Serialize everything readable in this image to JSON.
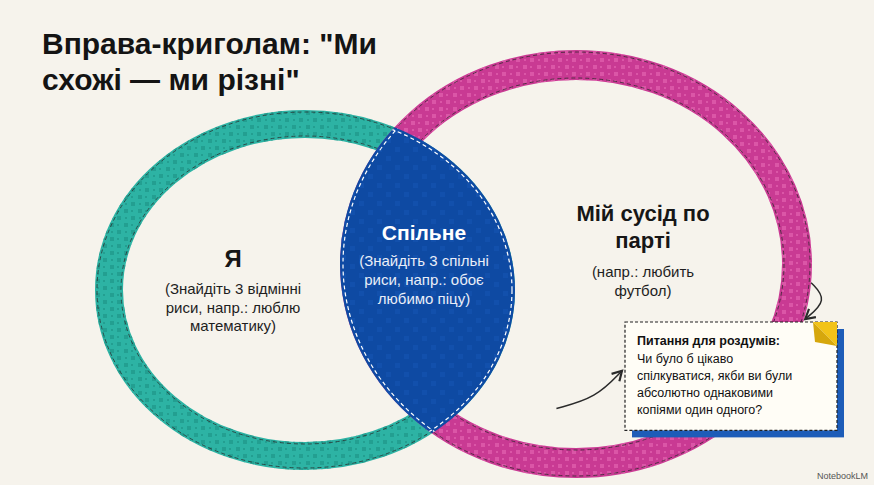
{
  "diagram": {
    "title": "Вправа-криголам: \"Ми схожі — ми різні\"",
    "nodes": [
      {
        "text": [
          "Я",
          "(Знайдіть 3 відмінні риси, напр.: люблю математику)"
        ]
      },
      {
        "text": [
          "Спільне",
          "(Знайдіть 3 спільні риси, напр.: обоє любимо піцу)"
        ]
      },
      {
        "text": [
          "Мій сусід по парті",
          "(напр.: любить футбол)"
        ]
      },
      {
        "text": [
          "Питання для роздумів:",
          "Чи було б цікаво спілкуватися, якби ви були абсолютно однаковими копіями один одного?"
        ]
      }
    ],
    "edges": [
      {
        "from": 2,
        "to": 3,
        "arrow": "to"
      },
      {
        "from": 2,
        "to": 3,
        "arrow": "to"
      }
    ],
    "labels": [
      "NotebookLM"
    ]
  }
}
